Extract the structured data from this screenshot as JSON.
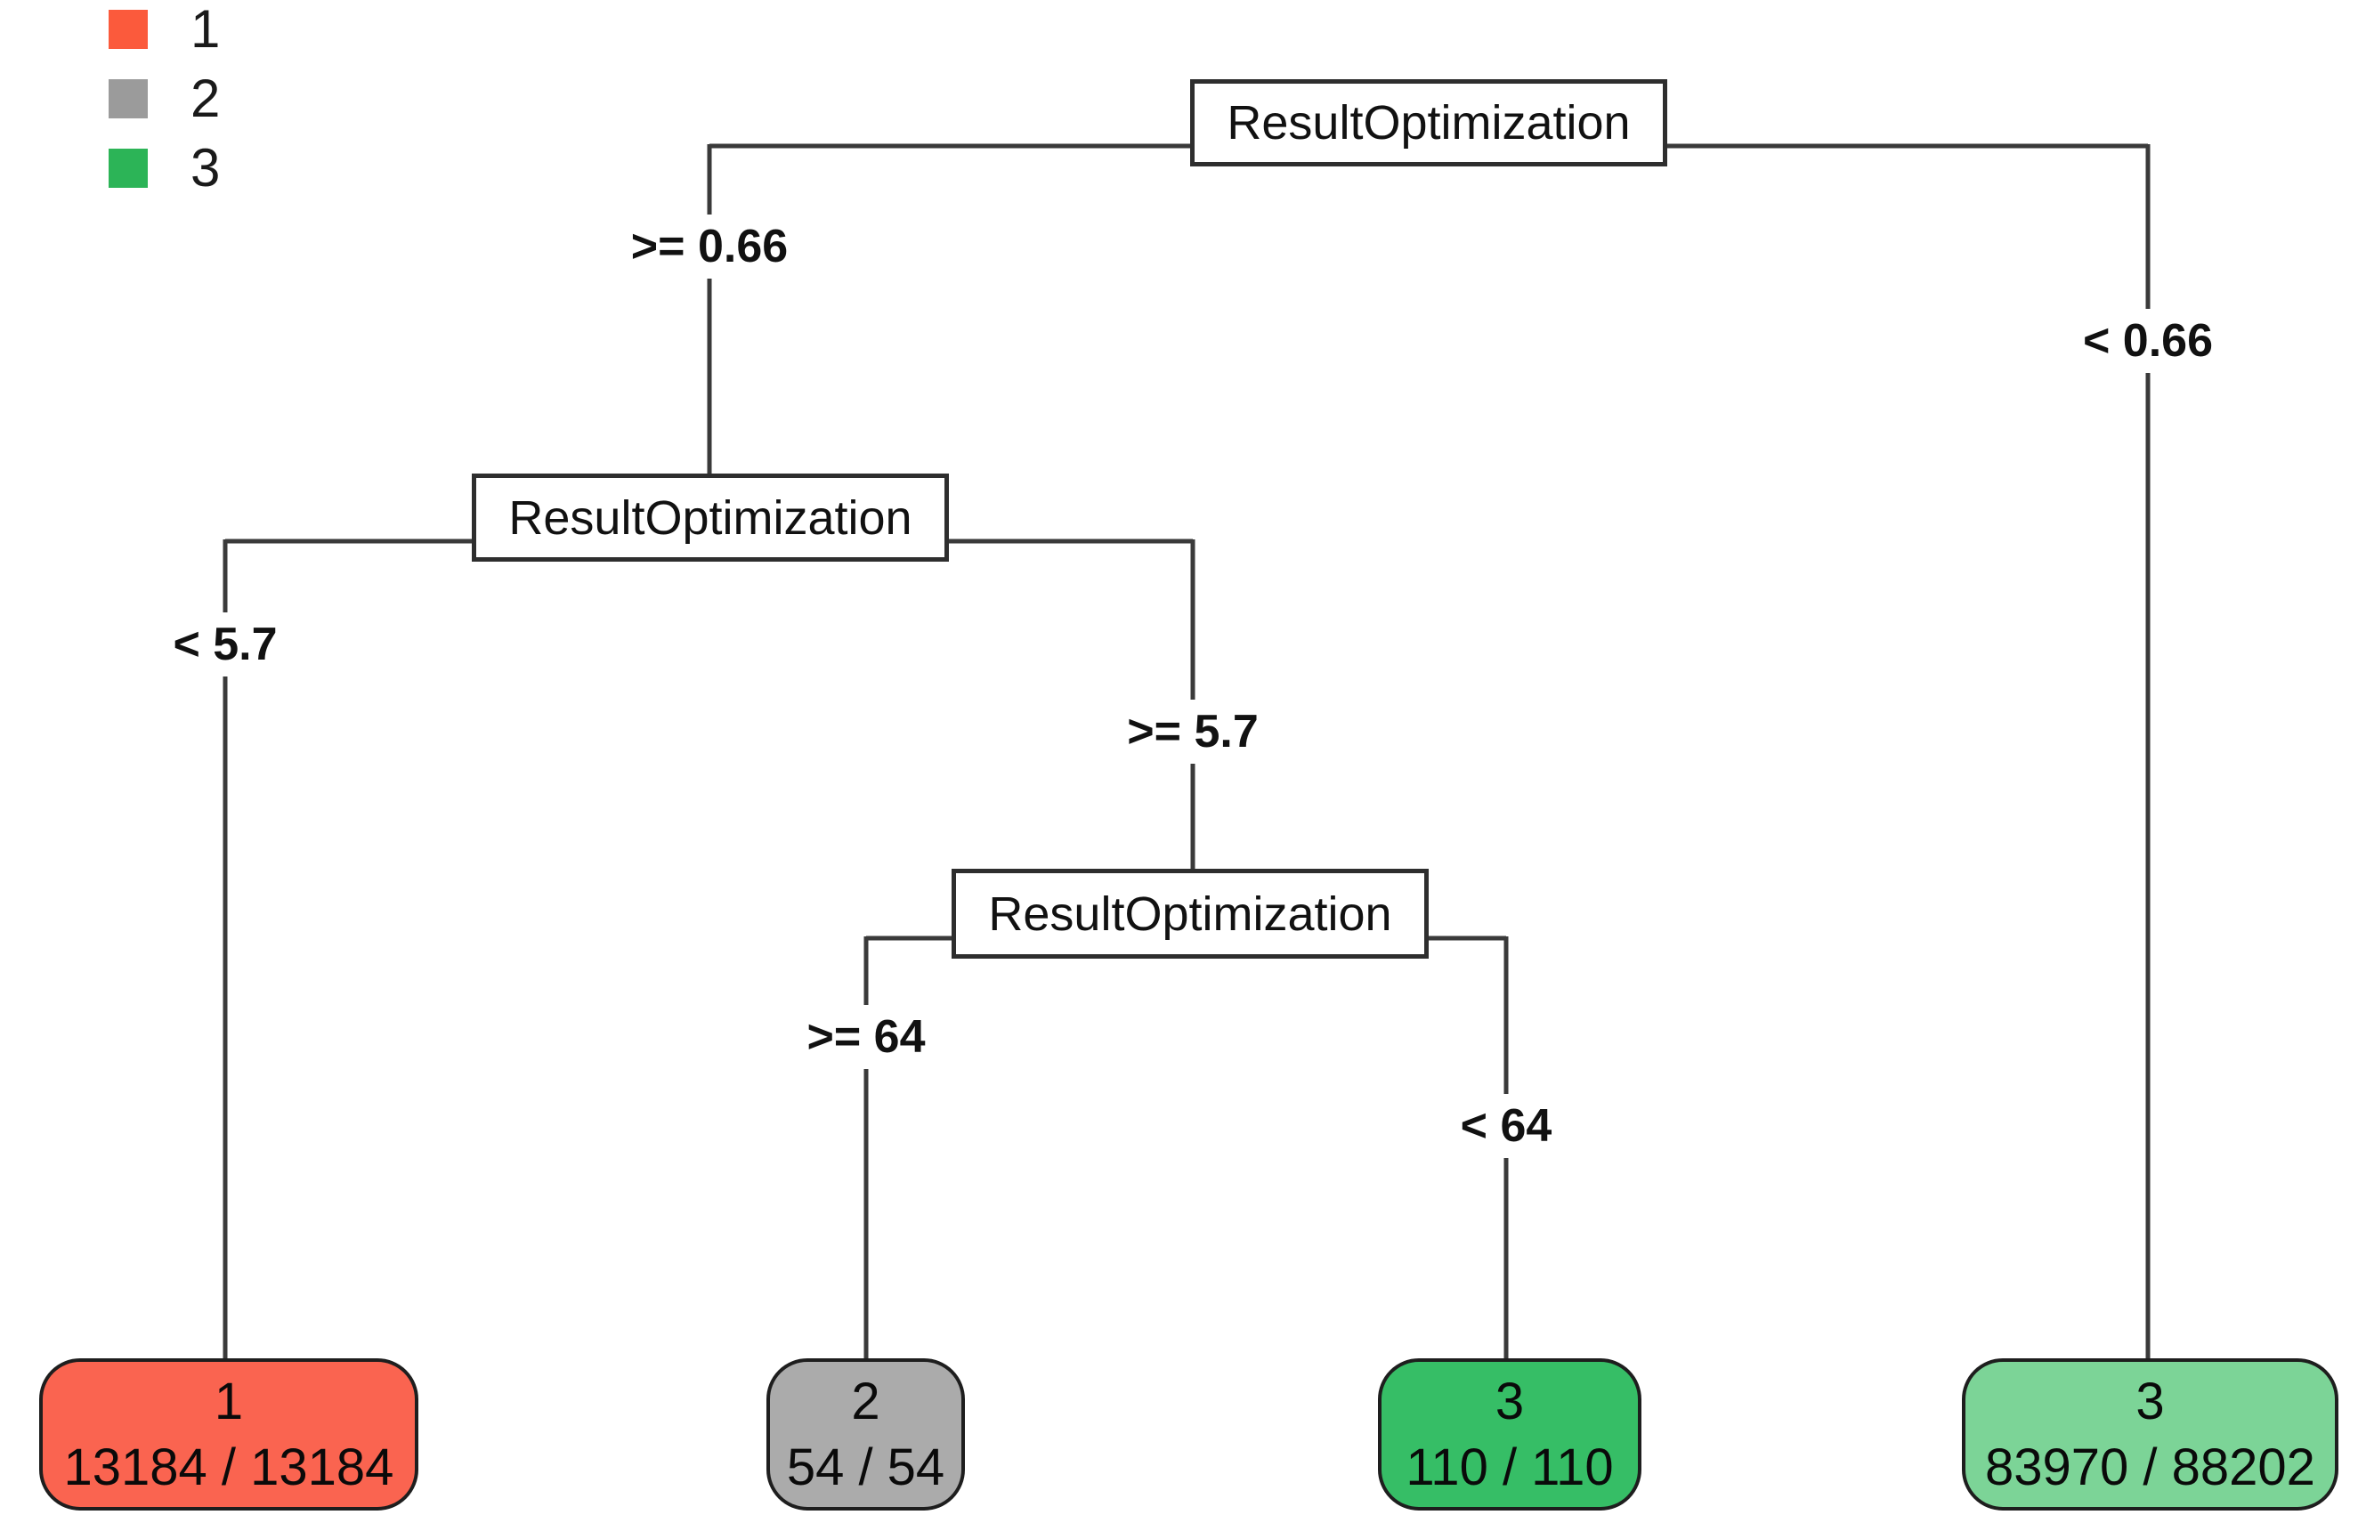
{
  "legend": {
    "items": [
      {
        "label": "1",
        "color": "#FB5A3C"
      },
      {
        "label": "2",
        "color": "#9B9B9B"
      },
      {
        "label": "3",
        "color": "#2CB457"
      }
    ]
  },
  "tree": {
    "node1": {
      "label": "ResultOptimization",
      "left_edge": ">= 0.66",
      "right_edge": "< 0.66"
    },
    "node2": {
      "label": "ResultOptimization",
      "left_edge": "< 5.7",
      "right_edge": ">= 5.7"
    },
    "node3": {
      "label": "ResultOptimization",
      "left_edge": ">= 64",
      "right_edge": "< 64"
    },
    "leaves": [
      {
        "class_label": "1",
        "counts": "13184 / 13184",
        "color": "#FA6450"
      },
      {
        "class_label": "2",
        "counts": "54 / 54",
        "color": "#ABABAB"
      },
      {
        "class_label": "3",
        "counts": "110 / 110",
        "color": "#36BE66"
      },
      {
        "class_label": "3",
        "counts": "83970 / 88202",
        "color": "#7CD497"
      }
    ]
  }
}
